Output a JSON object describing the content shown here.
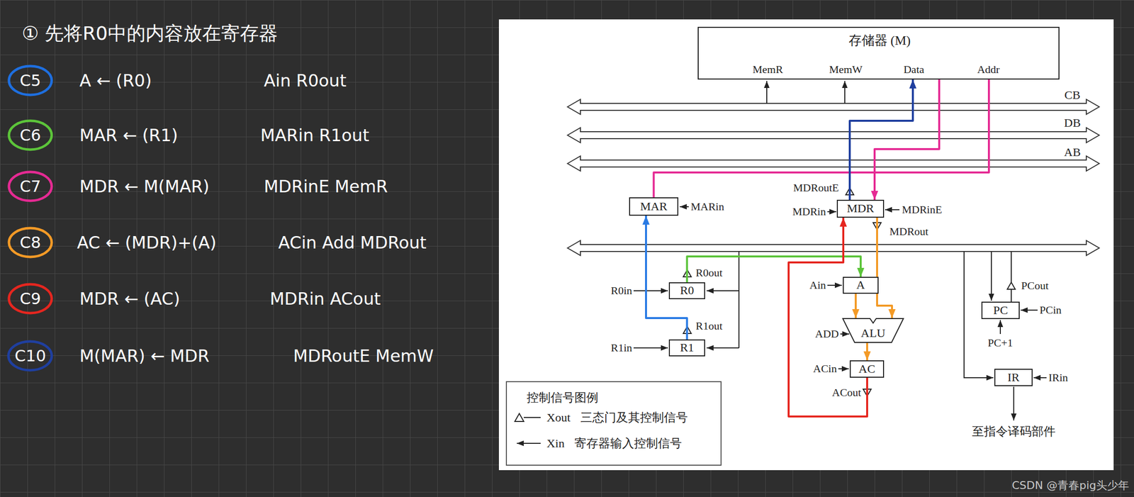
{
  "diagram": {
    "nodes": [
      {
        "text": [
          "C5"
        ]
      },
      {
        "text": [
          "C6"
        ]
      },
      {
        "text": [
          "C7"
        ]
      },
      {
        "text": [
          "C8"
        ]
      },
      {
        "text": [
          "C9"
        ]
      },
      {
        "text": [
          "C10"
        ]
      },
      {
        "text": [
          "存储器 (M)",
          "MemR",
          "MemW",
          "Data",
          "Addr"
        ]
      },
      {
        "text": [
          "MAR"
        ]
      },
      {
        "text": [
          "MDR"
        ]
      },
      {
        "text": [
          "R0"
        ]
      },
      {
        "text": [
          "A"
        ]
      },
      {
        "text": [
          "ALU"
        ]
      },
      {
        "text": [
          "R1"
        ]
      },
      {
        "text": [
          "AC"
        ]
      },
      {
        "text": [
          "PC"
        ]
      },
      {
        "text": [
          "IR"
        ]
      }
    ],
    "edges": [
      {
        "from": 12,
        "to": 7,
        "arrow": "to"
      },
      {
        "from": 9,
        "to": 10,
        "arrow": "to"
      },
      {
        "from": 7,
        "to": 6,
        "arrow": "none"
      },
      {
        "from": 6,
        "to": 8,
        "arrow": "to"
      },
      {
        "from": 8,
        "to": 11,
        "arrow": "to"
      },
      {
        "from": 10,
        "to": 11,
        "arrow": "to"
      },
      {
        "from": 11,
        "to": 13,
        "arrow": "to"
      },
      {
        "from": 13,
        "to": 8,
        "arrow": "to"
      },
      {
        "from": 8,
        "to": 6,
        "arrow": "to"
      }
    ],
    "labels": [
      "① 先将R0中的内容放在寄存器",
      "A ← (R0)",
      "Ain R0out",
      "MAR ← (R1)",
      "MARin R1out",
      "MDR ← M(MAR)",
      "MDRinE MemR",
      "AC ← (MDR)+(A)",
      "ACin Add MDRout",
      "MDR ← (AC)",
      "MDRin ACout",
      "M(MAR) ← MDR",
      "MDRoutE MemW",
      "CB",
      "DB",
      "AB",
      "MARin",
      "MDRoutE",
      "MDRin",
      "MDRinE",
      "MDRout",
      "R0out",
      "R0in",
      "R1out",
      "R1in",
      "Ain",
      "ADD",
      "ACin",
      "ACout",
      "PCout",
      "PCin",
      "PC+1",
      "IRin",
      "至指令译码部件",
      "控制信号图例",
      "CSDN @青春pig头少年"
    ],
    "legend": [
      {
        "text": "Xout 三态门及其控制信号"
      },
      {
        "text": "Xin 寄存器输入控制信号"
      }
    ]
  }
}
